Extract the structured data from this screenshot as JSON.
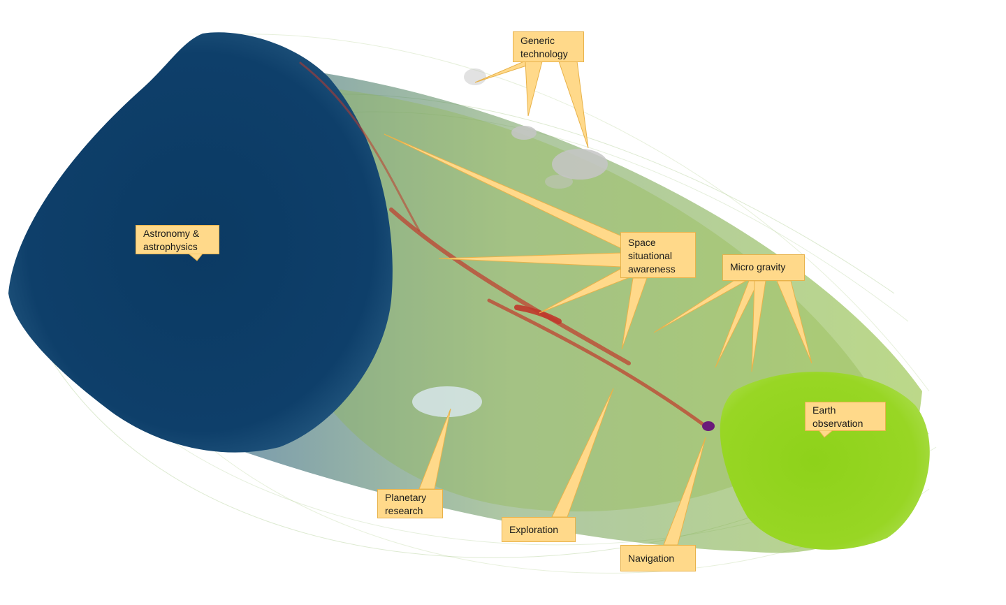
{
  "clusters": [
    {
      "id": "astronomy",
      "name": "Astronomy &\nastrophysics",
      "color": "#0d3a63"
    },
    {
      "id": "generic",
      "name": "Generic\ntechnology",
      "color": "#b0b0b0"
    },
    {
      "id": "ssa",
      "name": "Space\nsituational\nawareness",
      "color": "#c0392b"
    },
    {
      "id": "microgravity",
      "name": "Micro gravity",
      "color": "#8fc31f"
    },
    {
      "id": "earth",
      "name": "Earth\nobservation",
      "color": "#8fd10a"
    },
    {
      "id": "planetary",
      "name": "Planetary\nresearch",
      "color": "#c8dde8"
    },
    {
      "id": "exploration",
      "name": "Exploration",
      "color": "#b03a2e"
    },
    {
      "id": "navigation",
      "name": "Navigation",
      "color": "#6a1b7a"
    }
  ],
  "style": {
    "callout_fill": "#ffd98a",
    "callout_border": "#e8b24a",
    "edge_green": "#7fae3a",
    "edge_blue": "#4a7fa0",
    "edge_red": "#c0392b"
  }
}
